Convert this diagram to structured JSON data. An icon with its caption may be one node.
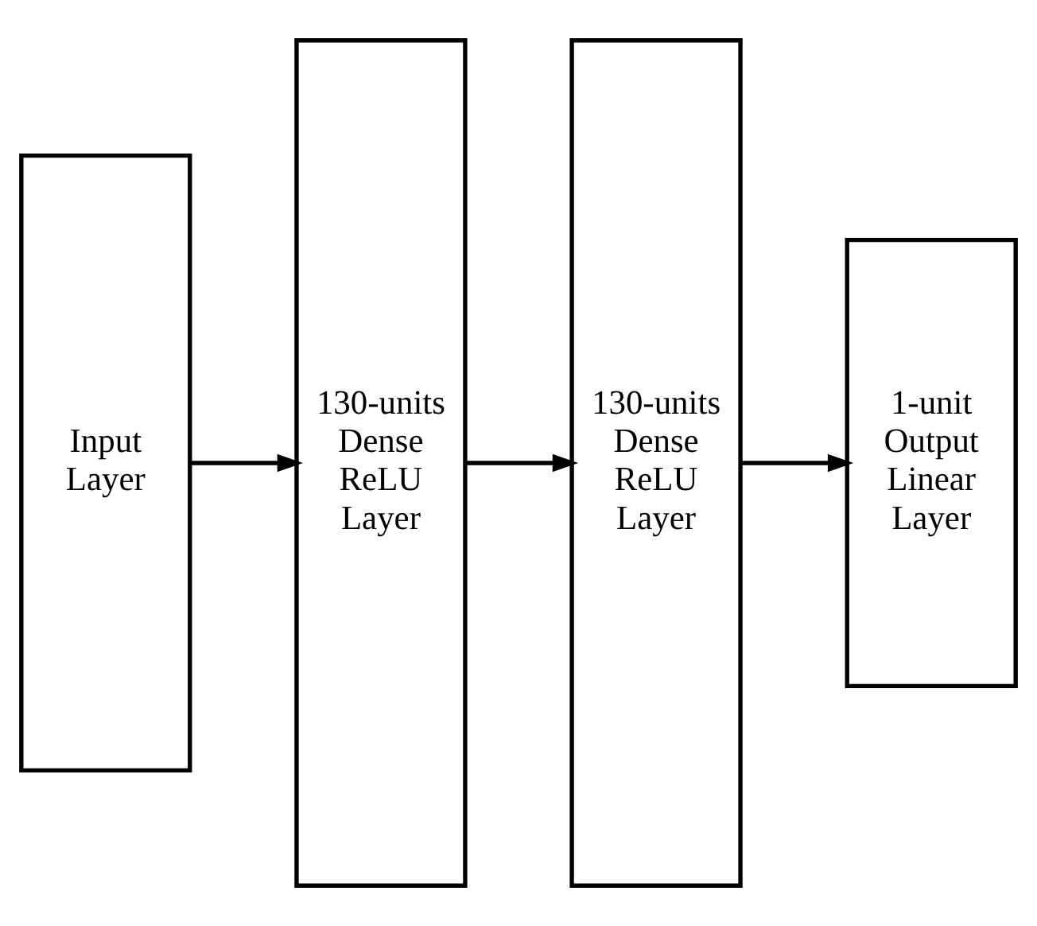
{
  "diagram": {
    "nodes": [
      {
        "text": [
          "Input Layer"
        ]
      },
      {
        "text": [
          "130-units Dense ReLU Layer"
        ]
      },
      {
        "text": [
          "130-units Dense ReLU Layer"
        ]
      },
      {
        "text": [
          "1-unit Output Linear Layer"
        ]
      }
    ],
    "edges": [
      {
        "from": 0,
        "to": 1,
        "arrow": "to"
      },
      {
        "from": 1,
        "to": 2,
        "arrow": "to"
      },
      {
        "from": 2,
        "to": 3,
        "arrow": "to"
      }
    ]
  }
}
